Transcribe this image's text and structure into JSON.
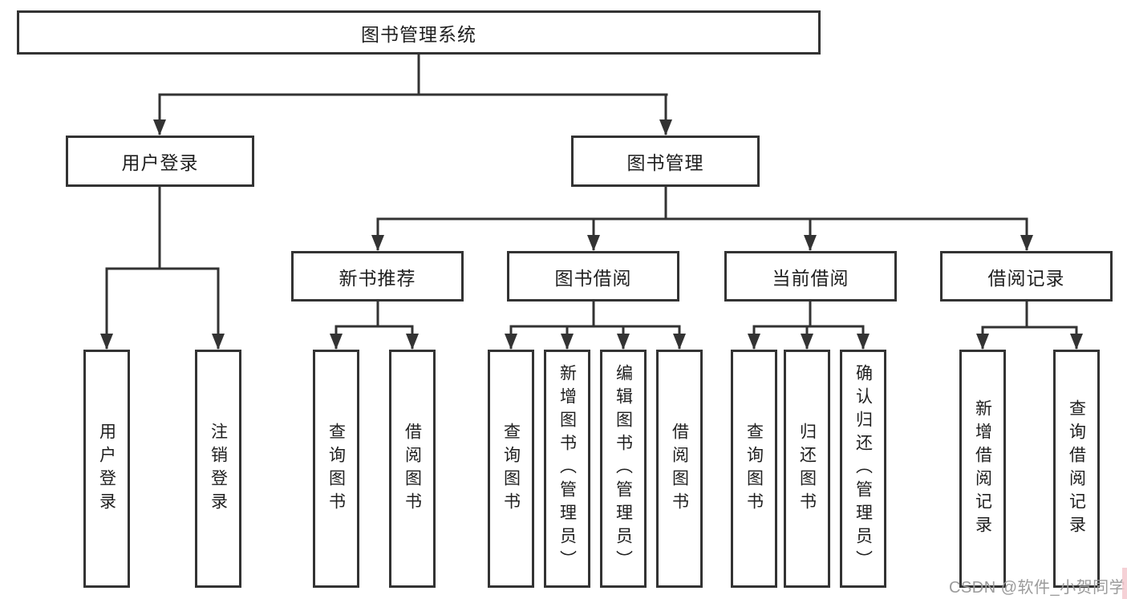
{
  "tree": {
    "root": "图书管理系统",
    "branches": [
      {
        "label": "用户登录",
        "children": [
          "用户登录",
          "注销登录"
        ]
      },
      {
        "label": "图书管理",
        "groups": [
          {
            "label": "新书推荐",
            "children": [
              "查询图书",
              "借阅图书"
            ]
          },
          {
            "label": "图书借阅",
            "children": [
              "查询图书",
              "新增图书（管理员）",
              "编辑图书（管理员）",
              "借阅图书"
            ]
          },
          {
            "label": "当前借阅",
            "children": [
              "查询图书",
              "归还图书",
              "确认归还（管理员）"
            ]
          },
          {
            "label": "借阅记录",
            "children": [
              "新增借阅记录",
              "查询借阅记录"
            ]
          }
        ]
      }
    ]
  },
  "watermark": "CSDN @软件_小贺同学",
  "colors": {
    "line": "#333333",
    "text": "#1f1f1f",
    "background": "#ffffff",
    "watermark": "#9b9b9b"
  }
}
